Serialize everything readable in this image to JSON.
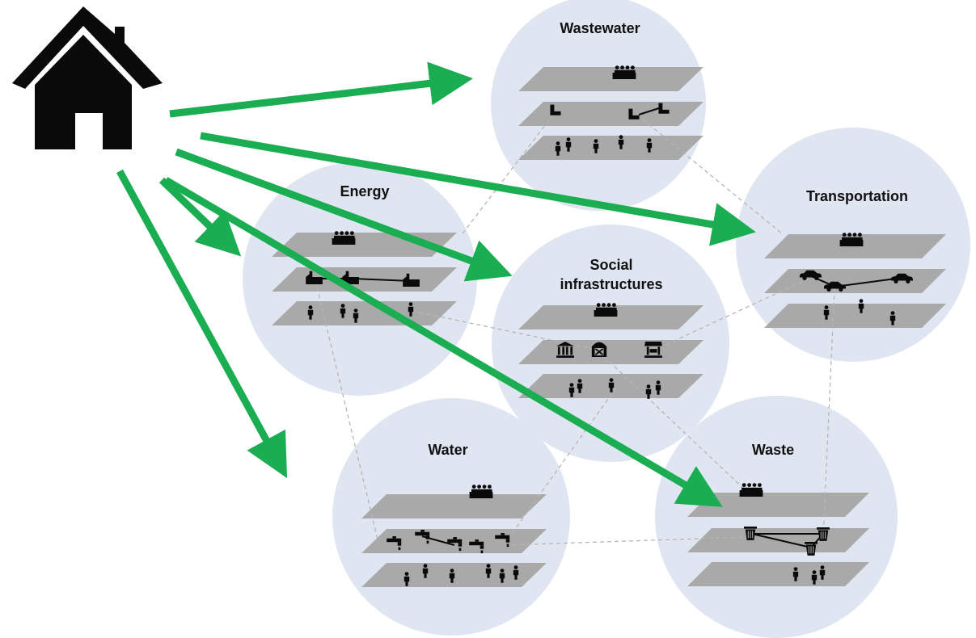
{
  "clusters": [
    {
      "id": "wastewater",
      "title_lines": [
        "Wastewater"
      ]
    },
    {
      "id": "energy",
      "title_lines": [
        "Energy"
      ]
    },
    {
      "id": "transportation",
      "title_lines": [
        "Transportation"
      ]
    },
    {
      "id": "social",
      "title_lines": [
        "Social",
        "infrastructures"
      ]
    },
    {
      "id": "water",
      "title_lines": [
        "Water"
      ]
    },
    {
      "id": "waste",
      "title_lines": [
        "Waste"
      ]
    }
  ],
  "colors": {
    "circle_fill": "#dfe6f1",
    "layer_fill": "#a9a9a9",
    "arrow": "#1aad52",
    "icon": "#0a0a0a",
    "link_dash": "#b5b5b5"
  },
  "icons": {
    "source": "house-icon",
    "governance": "people-at-table-icon",
    "wastewater_network": "pipe-icon",
    "energy_network": "power-plant-icon",
    "transport_network": "car-icon",
    "social_network": [
      "museum-icon",
      "barn-icon",
      "market-stall-icon"
    ],
    "water_network": "faucet-icon",
    "waste_network": "trash-can-icon",
    "population": "person-icon"
  }
}
